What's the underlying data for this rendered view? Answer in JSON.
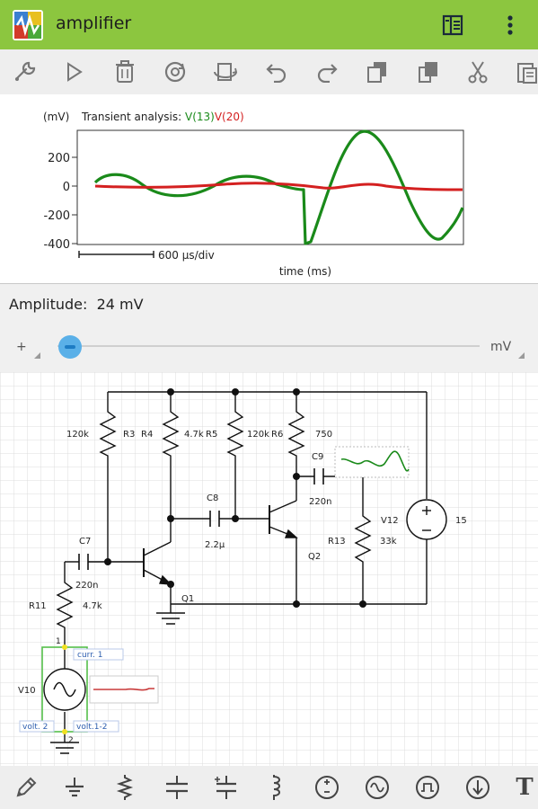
{
  "app": {
    "title": "amplifier"
  },
  "graph": {
    "unit_label": "(mV)",
    "title_prefix": "Transient analysis: ",
    "trace1_label": "V(13)",
    "trace2_label": "V(20)",
    "trace1_color": "#1a8a1a",
    "trace2_color": "#d42020",
    "y_ticks": [
      "200",
      "0",
      "-200",
      "-400"
    ],
    "scale_label": "600 µs/div",
    "xlabel": "time (ms)"
  },
  "params": {
    "amplitude_label": "Amplitude:",
    "amplitude_value": "24 mV",
    "left_spinner": "+",
    "unit_spinner": "mV",
    "slider_value": 0.03
  },
  "schematic": {
    "labels": {
      "r3_value": "120k",
      "r3_name": "R3",
      "r4_name": "R4",
      "r4_value": "4.7k",
      "r5_name": "R5",
      "r5_value": "120k",
      "r6_name": "R6",
      "r6_value": "750",
      "c9_name": "C9",
      "c9_value": "220n",
      "c8_name": "C8",
      "c8_value": "2.2µ",
      "c7_name": "C7",
      "c7_value": "220n",
      "v12_name": "V12",
      "v12_value": "15",
      "r13_name": "R13",
      "r13_value": "33k",
      "q2_name": "Q2",
      "q1_name": "Q1",
      "r11_name": "R11",
      "r11_value": "4.7k",
      "v10_name": "V10",
      "node1": "1",
      "node2": "2",
      "probe_curr": "curr. 1",
      "probe_volt": "volt. 2",
      "probe_volt12": "volt.1-2"
    }
  },
  "toolbar": {
    "items": [
      "wrench-icon",
      "play-icon",
      "trash-icon",
      "reset-icon",
      "rotate-icon",
      "undo-icon",
      "redo-icon",
      "duplicate-icon",
      "copy-icon",
      "cut-icon",
      "paste-icon"
    ]
  },
  "bottombar": {
    "items": [
      "pencil-icon",
      "ground-icon",
      "resistor-icon",
      "capacitor-icon",
      "polar-capacitor-icon",
      "inductor-icon",
      "dc-source-icon",
      "ac-source-icon",
      "pulse-source-icon",
      "current-source-icon",
      "text-icon"
    ],
    "text_tool_glyph": "T"
  }
}
